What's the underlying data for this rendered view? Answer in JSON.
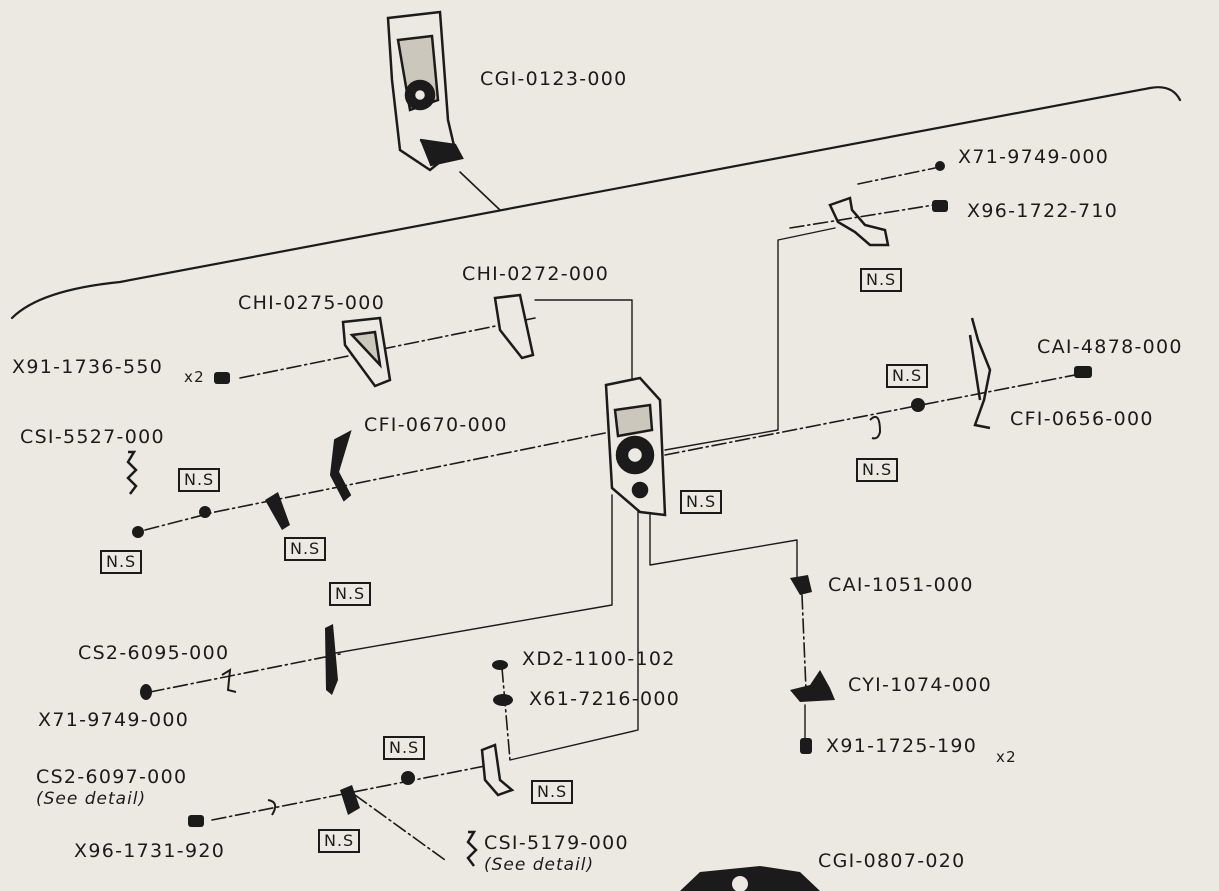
{
  "parts": {
    "top_assembly": "CGI-0123-000",
    "x71_top": "X71-9749-000",
    "x96_top": "X96-1722-710",
    "chi_0272": "CHI-0272-000",
    "chi_0275": "CHI-0275-000",
    "x91_1736": "X91-1736-550",
    "x91_1736_qty": "x2",
    "cai_4878": "CAI-4878-000",
    "cfi_0656": "CFI-0656-000",
    "cfi_0670": "CFI-0670-000",
    "csi_5527": "CSI-5527-000",
    "cai_1051": "CAI-1051-000",
    "cs2_6095": "CS2-6095-000",
    "xd2_1100": "XD2-1100-102",
    "x61_7216": "X61-7216-000",
    "cyi_1074": "CYI-1074-000",
    "x71_bottom": "X71-9749-000",
    "x91_1725": "X91-1725-190",
    "x91_1725_qty": "x2",
    "cs2_6097": "CS2-6097-000",
    "cs2_6097_note": "(See detail)",
    "csi_5179": "CSI-5179-000",
    "csi_5179_note": "(See detail)",
    "x96_1731": "X96-1731-920",
    "cgi_0807": "CGI-0807-020"
  },
  "not_supplied_label": "N.S"
}
